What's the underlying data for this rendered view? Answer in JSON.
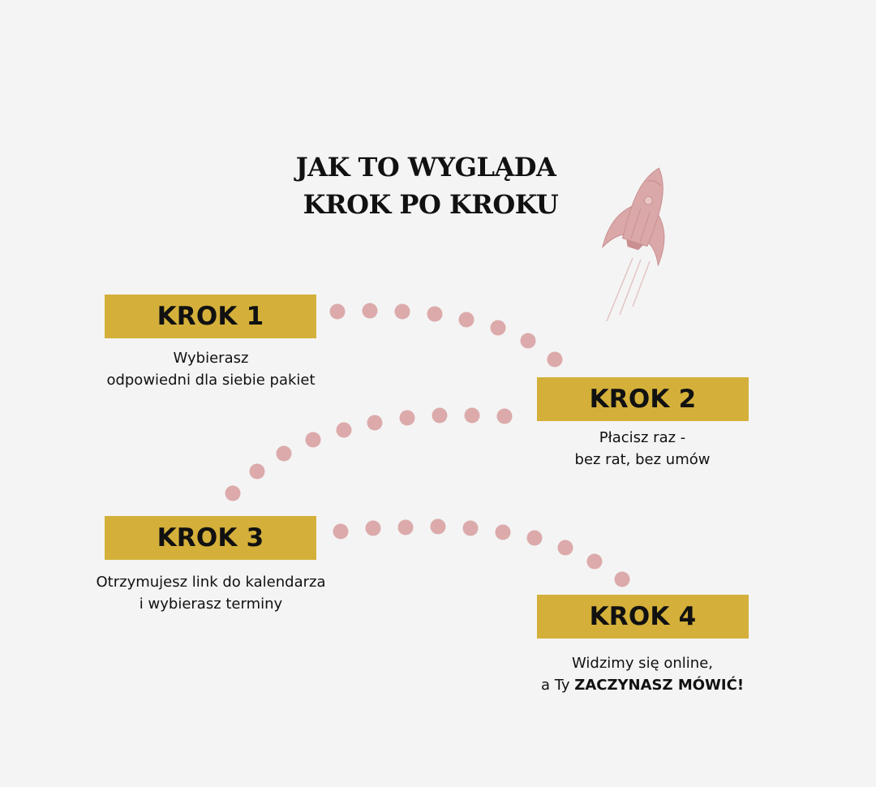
{
  "title": {
    "line1": "JAK TO WYGLĄDA",
    "line2": "KROK PO KROKU"
  },
  "colors": {
    "background": "#f4f4f4",
    "step_box": "#d4b03a",
    "dots": "#dcaaab",
    "rocket": "#dba8a9",
    "rocket_shade": "#c98f91",
    "text": "#111111"
  },
  "steps": [
    {
      "label": "KROK 1",
      "desc_line1": "Wybierasz",
      "desc_line2": "odpowiedni dla siebie pakiet"
    },
    {
      "label": "KROK 2",
      "desc_line1": "Płacisz raz -",
      "desc_line2": "bez rat, bez umów"
    },
    {
      "label": "KROK 3",
      "desc_line1": "Otrzymujesz link do kalendarza",
      "desc_line2": "i wybierasz terminy"
    },
    {
      "label": "KROK 4",
      "desc_line1": "Widzimy się online,",
      "desc_line2_prefix": "a Ty ",
      "desc_line2_strong": "ZACZYNASZ MÓWIĆ!"
    }
  ],
  "icons": {
    "rocket": "rocket-icon",
    "connector": "dotted-arc"
  }
}
